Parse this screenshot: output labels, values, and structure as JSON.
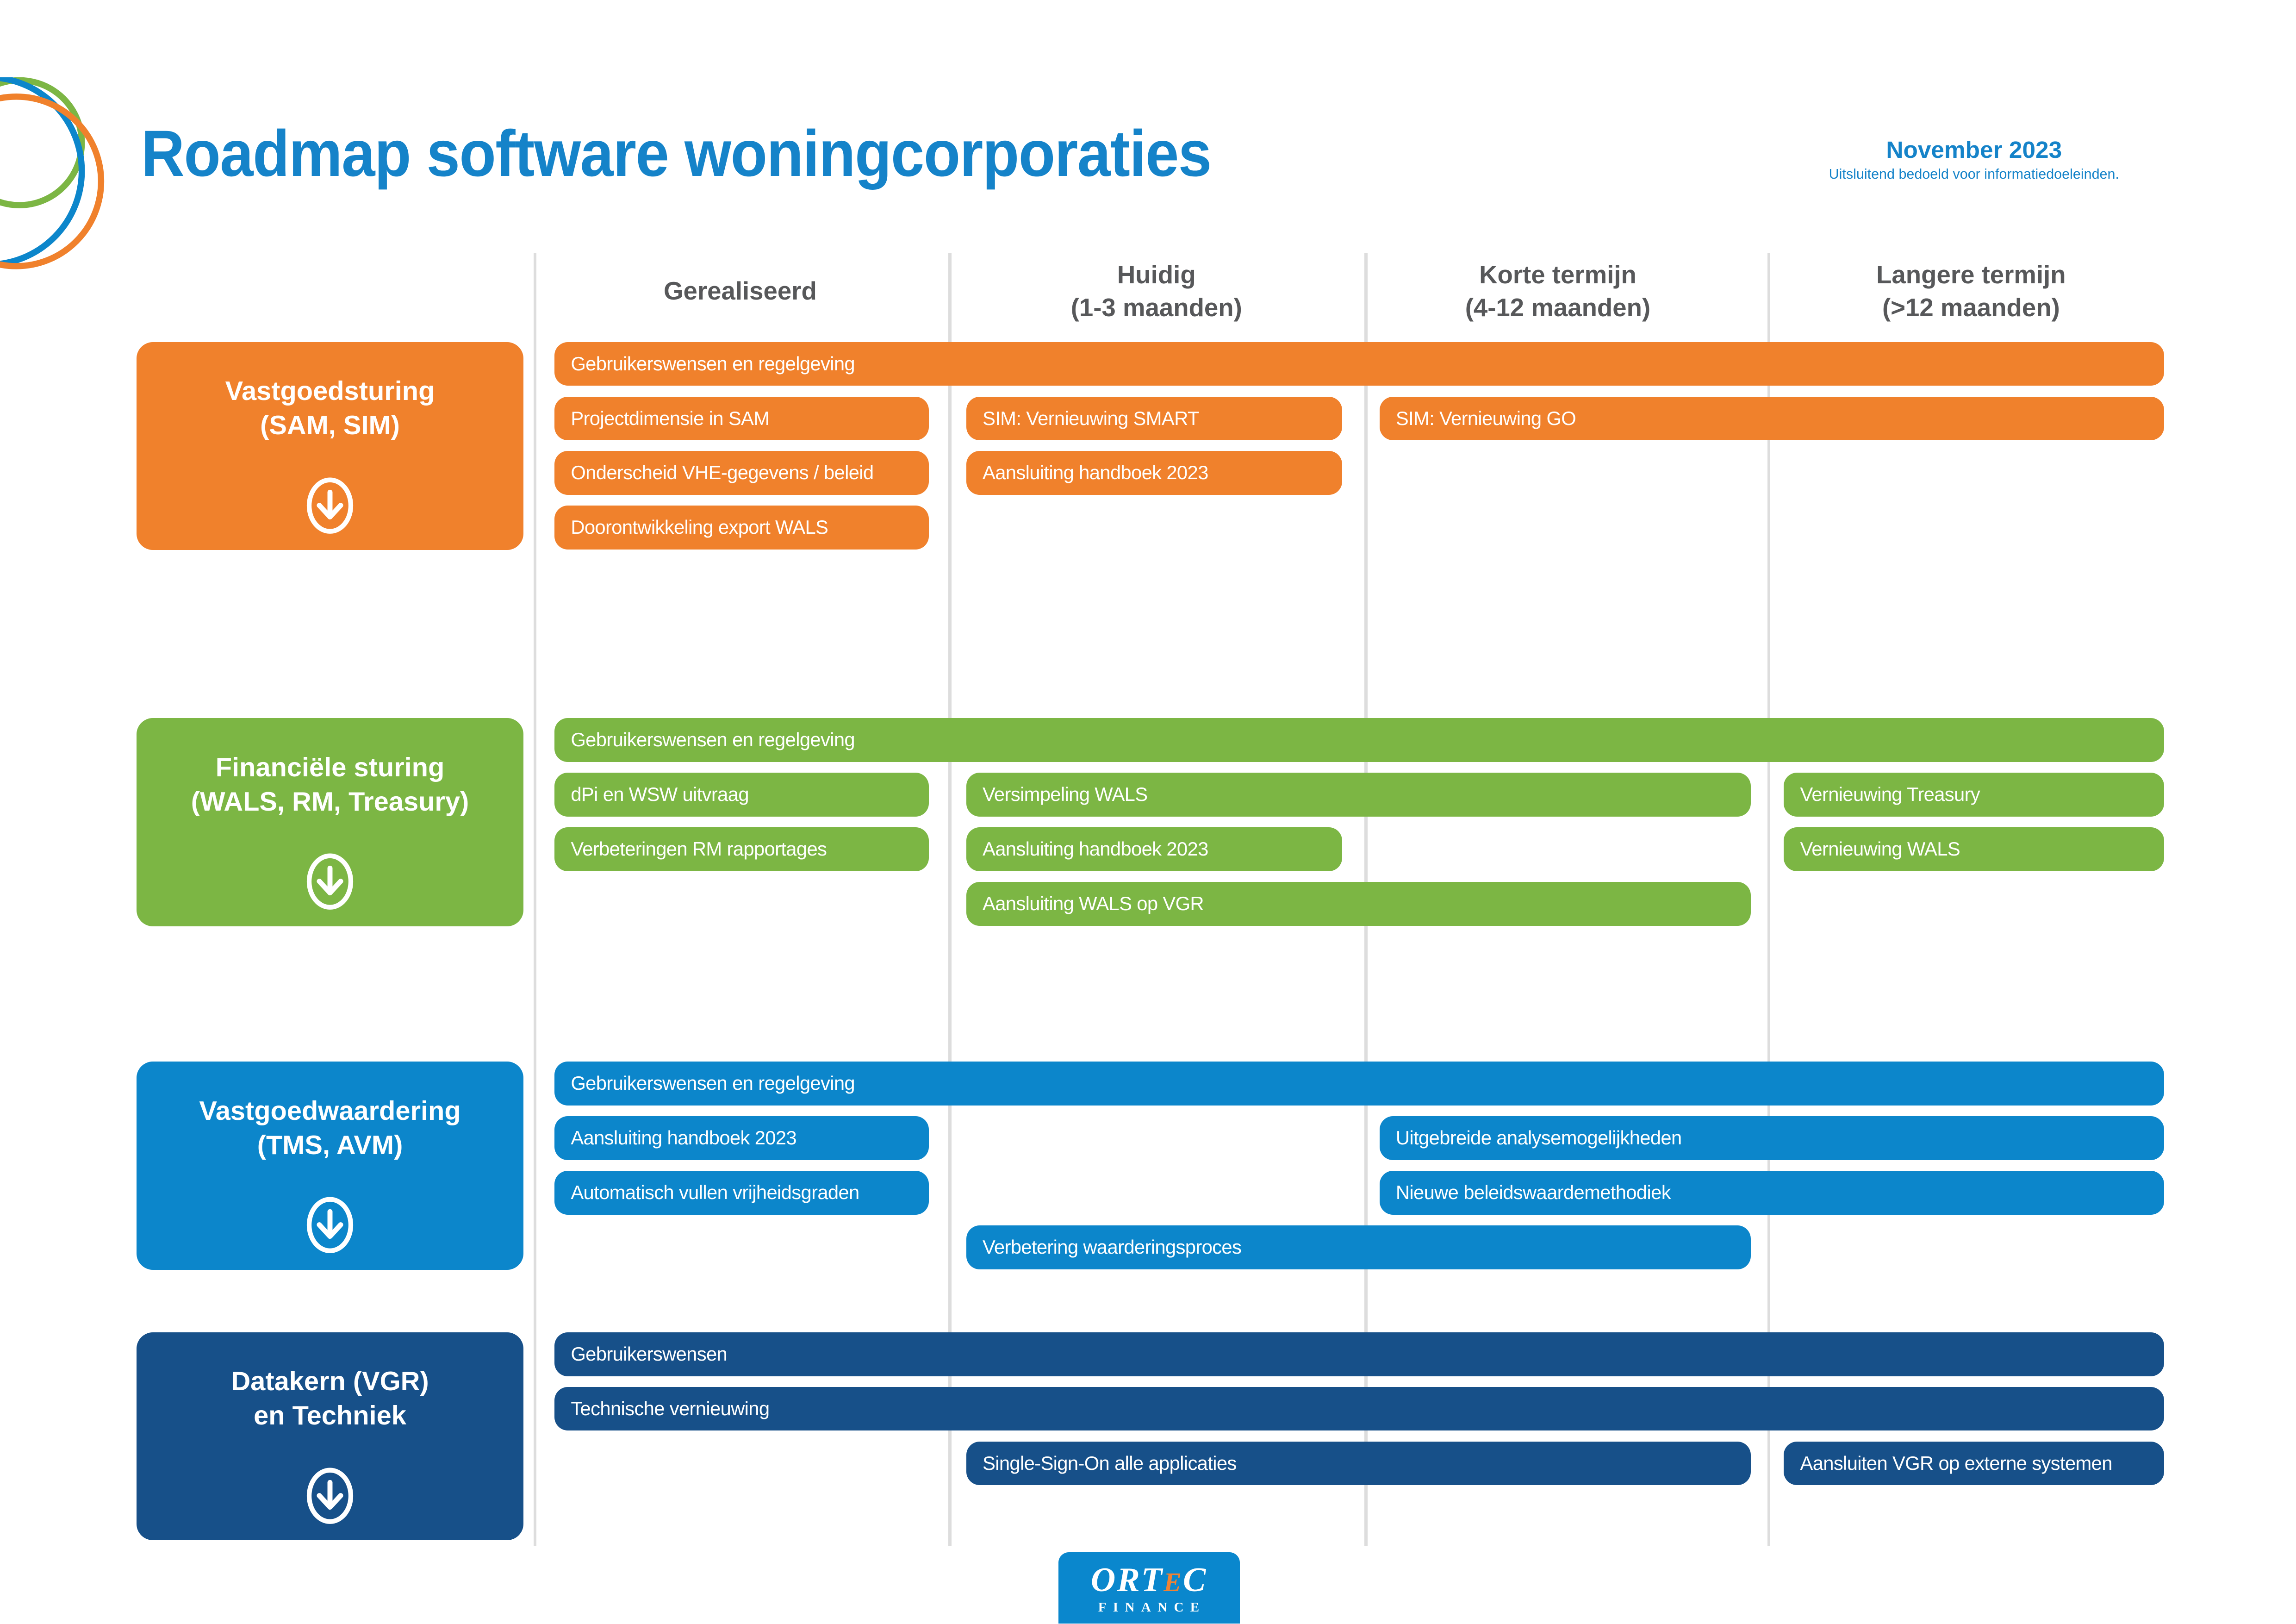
{
  "page": {
    "title": "Roadmap software woningcorporaties",
    "date": "November 2023",
    "disclaimer": "Uitsluitend bedoeld voor informatiedoeleinden."
  },
  "columns": [
    {
      "label": "Gerealiseerd",
      "sublabel": ""
    },
    {
      "label": "Huidig",
      "sublabel": "(1-3 maanden)"
    },
    {
      "label": "Korte termijn",
      "sublabel": "(4-12 maanden)"
    },
    {
      "label": "Langere termijn",
      "sublabel": "(>12 maanden)"
    }
  ],
  "sections": [
    {
      "name": "Vastgoedsturing",
      "subtitle": "(SAM, SIM)",
      "color": "#F0812C",
      "icon": "circle-down-arrow",
      "bars": [
        {
          "label": "Gebruikerswensen en regelgeving",
          "row": 0,
          "start": 0,
          "end": 3
        },
        {
          "label": "Projectdimensie in SAM",
          "row": 1,
          "start": 0,
          "end": 0
        },
        {
          "label": "SIM: Vernieuwing SMART",
          "row": 1,
          "start": 1,
          "end": 1
        },
        {
          "label": "SIM: Vernieuwing GO",
          "row": 1,
          "start": 2,
          "end": 3
        },
        {
          "label": "Onderscheid VHE-gegevens / beleid",
          "row": 2,
          "start": 0,
          "end": 0
        },
        {
          "label": "Aansluiting handboek 2023",
          "row": 2,
          "start": 1,
          "end": 1
        },
        {
          "label": "Doorontwikkeling export WALS",
          "row": 3,
          "start": 0,
          "end": 0
        }
      ]
    },
    {
      "name": "Financiële sturing",
      "subtitle": "(WALS, RM, Treasury)",
      "color": "#7CB644",
      "icon": "circle-down-arrow",
      "bars": [
        {
          "label": "Gebruikerswensen en regelgeving",
          "row": 0,
          "start": 0,
          "end": 3
        },
        {
          "label": "dPi en WSW uitvraag",
          "row": 1,
          "start": 0,
          "end": 0
        },
        {
          "label": "Versimpeling WALS",
          "row": 1,
          "start": 1,
          "end": 2
        },
        {
          "label": "Vernieuwing Treasury",
          "row": 1,
          "start": 3,
          "end": 3
        },
        {
          "label": "Verbeteringen RM rapportages",
          "row": 2,
          "start": 0,
          "end": 0
        },
        {
          "label": "Aansluiting handboek 2023",
          "row": 2,
          "start": 1,
          "end": 1
        },
        {
          "label": "Vernieuwing WALS",
          "row": 2,
          "start": 3,
          "end": 3
        },
        {
          "label": "Aansluiting WALS op VGR",
          "row": 3,
          "start": 1,
          "end": 2
        }
      ]
    },
    {
      "name": "Vastgoedwaardering",
      "subtitle": "(TMS, AVM)",
      "color": "#0C86CB",
      "icon": "circle-down-arrow",
      "bars": [
        {
          "label": "Gebruikerswensen en regelgeving",
          "row": 0,
          "start": 0,
          "end": 3
        },
        {
          "label": "Aansluiting handboek 2023",
          "row": 1,
          "start": 0,
          "end": 0
        },
        {
          "label": "Uitgebreide analysemogelijkheden",
          "row": 1,
          "start": 2,
          "end": 3
        },
        {
          "label": "Automatisch vullen vrijheidsgraden",
          "row": 2,
          "start": 0,
          "end": 0
        },
        {
          "label": "Nieuwe beleidswaardemethodiek",
          "row": 2,
          "start": 2,
          "end": 3
        },
        {
          "label": "Verbetering waarderingsproces",
          "row": 3,
          "start": 1,
          "end": 2
        }
      ]
    },
    {
      "name": "Datakern (VGR)",
      "subtitle": "en Techniek",
      "color": "#175089",
      "icon": "circle-down-arrow",
      "bars": [
        {
          "label": "Gebruikerswensen",
          "row": 0,
          "start": 0,
          "end": 3
        },
        {
          "label": "Technische vernieuwing",
          "row": 1,
          "start": 0,
          "end": 3
        },
        {
          "label": "Single-Sign-On alle applicaties",
          "row": 2,
          "start": 1,
          "end": 2
        },
        {
          "label": "Aansluiten VGR op externe systemen",
          "row": 2,
          "start": 3,
          "end": 3
        }
      ]
    }
  ],
  "logo": {
    "name_prefix": "ORT",
    "name_accent": "E",
    "name_suffix": "C",
    "subtitle": "FINANCE"
  },
  "colors": {
    "accent_blue": "#1583C9",
    "header_gray": "#57585A",
    "divider_gray": "#DDDDDD",
    "orange": "#F0812C",
    "green": "#7CB644",
    "blue": "#0C86CB",
    "dark_blue": "#175089",
    "logo_bg": "#0A87CD",
    "logo_accent": "#F08233"
  }
}
